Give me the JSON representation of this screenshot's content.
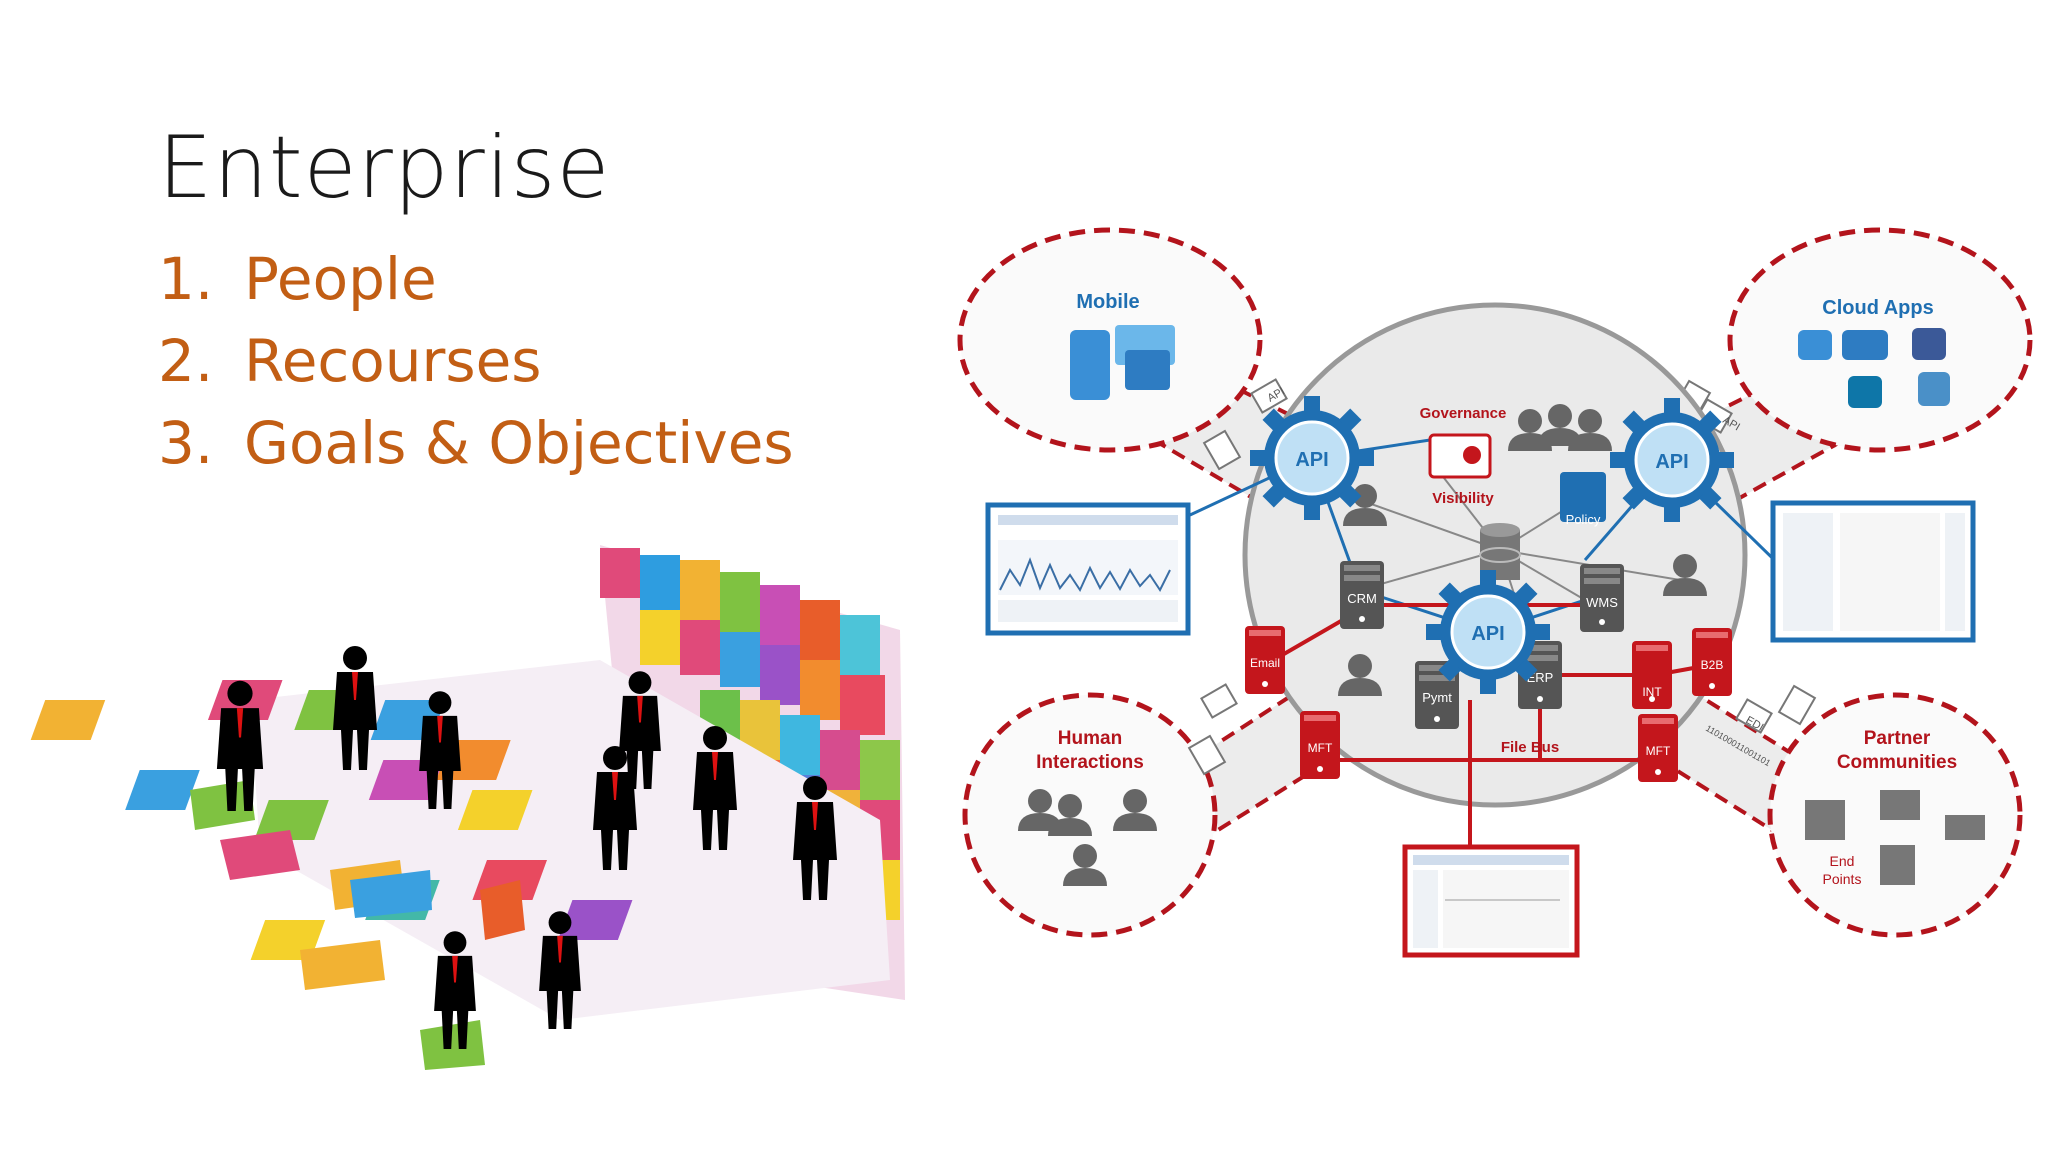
{
  "slide": {
    "title": "Enterprise",
    "items": [
      {
        "num": "1.",
        "label": "People"
      },
      {
        "num": "2.",
        "label": "Recourses"
      },
      {
        "num": "3.",
        "label": "Goals & Objectives"
      }
    ]
  },
  "diagram": {
    "clouds": {
      "mobile": "Mobile",
      "cloud_apps": "Cloud Apps",
      "human": [
        "Human",
        "Interactions"
      ],
      "partner": [
        "Partner",
        "Communities"
      ],
      "end_points": [
        "End",
        "Points"
      ]
    },
    "hub": {
      "governance": "Governance",
      "visibility": "Visibility",
      "policy": "Policy",
      "file_bus": "File Bus",
      "api": "API",
      "servers": [
        "CRM",
        "WMS",
        "ERP",
        "Pymt"
      ],
      "red_nodes": [
        "Email",
        "MFT",
        "MFT",
        "INT",
        "B2B"
      ]
    },
    "tags": {
      "api": "API",
      "edi": "EDI",
      "binary": "110100011001101"
    }
  },
  "colors": {
    "accent_orange": "#c25e14",
    "dashed_red": "#b3141c",
    "api_blue": "#1f6fb2"
  }
}
